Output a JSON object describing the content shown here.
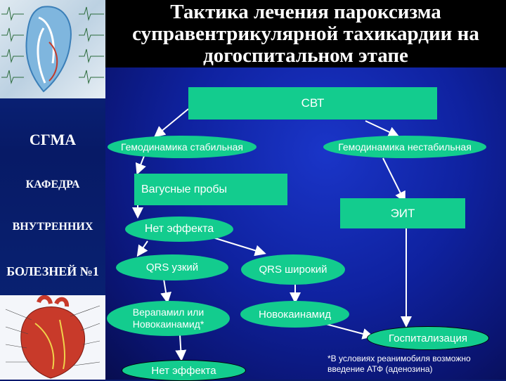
{
  "title": "Тактика лечения пароксизма суправентрикулярной тахикардии на догоспитальном этапе",
  "sidebar": {
    "line1": "СГМА",
    "line2": "КАФЕДРА",
    "line3": "ВНУТРЕННИХ",
    "line4": "БОЛЕЗНЕЙ №1"
  },
  "flow": {
    "svt": "СВТ",
    "stable": "Гемодинамика стабильная",
    "unstable": "Гемодинамика нестабильная",
    "vagal": "Вагусные пробы",
    "eit": "ЭИТ",
    "no_effect_1": "Нет эффекта",
    "qrs_narrow": "QRS узкий",
    "qrs_wide": "QRS широкий",
    "verapamil": "Верапамил или Новокаинамид*",
    "novocainamide": "Новокаинамид",
    "hospitalization": "Госпитализация",
    "no_effect_2": "Нет эффекта"
  },
  "footnote": "*В условиях реанимобиля возможно введение АТФ (аденозина)",
  "colors": {
    "node": "#13cc8e",
    "background": "#1a35c8",
    "arrow": "#ffffff"
  }
}
